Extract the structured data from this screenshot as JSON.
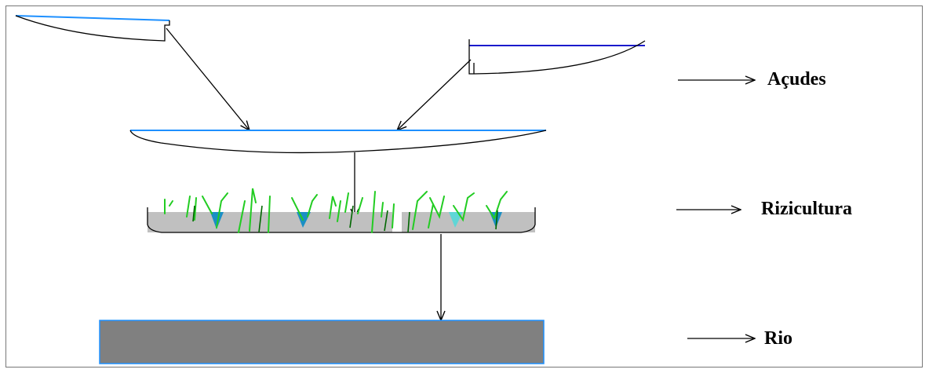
{
  "labels": {
    "acudes": "Açudes",
    "rizicultura": "Rizicultura",
    "rio": "Rio"
  },
  "colors": {
    "water_line": "#1E90FF",
    "reservoir_line": "#1a1acc",
    "paddy": "#C0C0C0",
    "rice_plants": "#22cc22",
    "water_pocket": "#1a8fc4",
    "river": "#808080",
    "river_border": "#1E90FF",
    "outline": "#000000"
  },
  "icons": [
    "reservoir-left-icon",
    "reservoir-right-icon",
    "collector-reservoir-icon",
    "paddy-field-icon",
    "river-icon"
  ]
}
